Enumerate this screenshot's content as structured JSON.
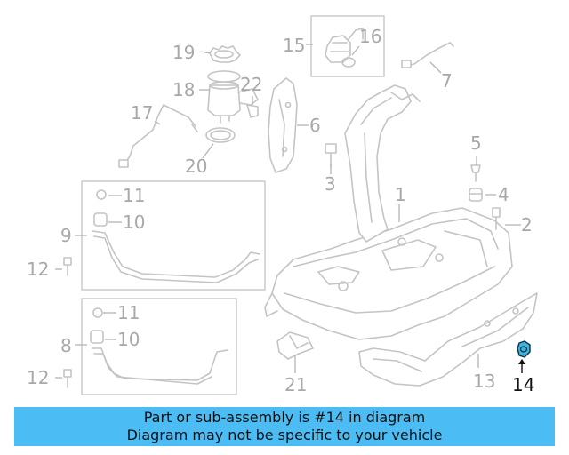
{
  "diagram": {
    "callouts": [
      "1",
      "2",
      "3",
      "4",
      "5",
      "6",
      "7",
      "8",
      "9",
      "10",
      "11",
      "12",
      "13",
      "14",
      "15",
      "16",
      "17",
      "19",
      "20",
      "21",
      "22"
    ],
    "highlighted_callout": "14",
    "highlight_color": "#3fb3df",
    "label_color": "#a8a8a8"
  },
  "banner": {
    "line1": "Part or sub-assembly is #14 in diagram",
    "line2": "Diagram may not be specific to your vehicle",
    "background": "#4bbcf4"
  },
  "labels": {
    "l1": "1",
    "l2": "2",
    "l3": "3",
    "l4": "4",
    "l5": "5",
    "l6": "6",
    "l7": "7",
    "l8": "8",
    "l9": "9",
    "l10a": "10",
    "l10b": "10",
    "l11a": "11",
    "l11b": "11",
    "l12a": "12",
    "l12b": "12",
    "l13": "13",
    "l14": "14",
    "l15": "15",
    "l16": "16",
    "l17": "17",
    "l18": "18",
    "l19": "19",
    "l20": "20",
    "l21": "21",
    "l22": "22"
  }
}
